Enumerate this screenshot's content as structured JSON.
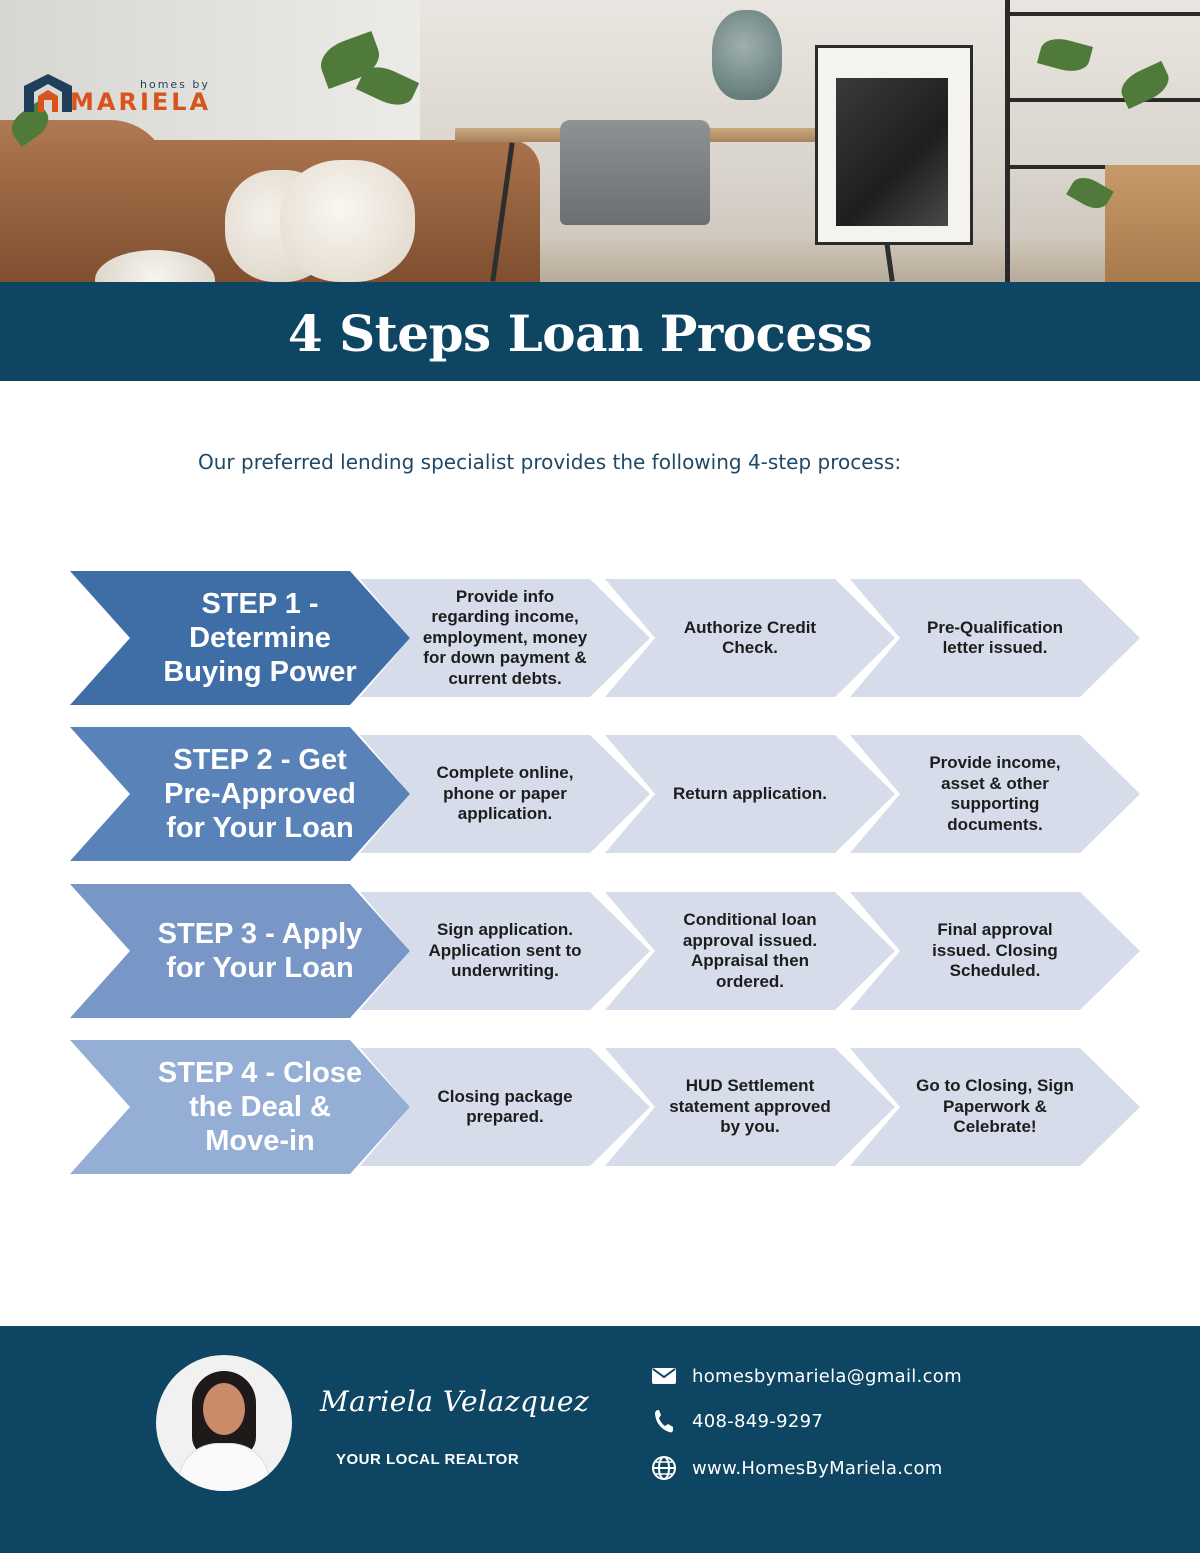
{
  "header": {
    "logo": {
      "small_text": "homes by",
      "brand_text": "MARIELA"
    },
    "title": "4 Steps Loan Process"
  },
  "intro": "Our preferred lending specialist provides the following 4-step process:",
  "colors": {
    "band": "#0d4562",
    "step1": "#3f6ea6",
    "step2": "#5882b8",
    "step3": "#7896c6",
    "step4": "#95aed6",
    "substep": "#d6dcea",
    "logo_accent": "#d8541d"
  },
  "steps": [
    {
      "label": "STEP 1 - Determine Buying Power",
      "items": [
        "Provide info regarding income, employment, money for down payment & current debts.",
        "Authorize Credit Check.",
        "Pre-Qualification letter issued."
      ]
    },
    {
      "label": "STEP 2 - Get Pre-Approved for Your Loan",
      "items": [
        "Complete online, phone or paper application.",
        "Return application.",
        "Provide income, asset & other supporting documents."
      ]
    },
    {
      "label": "STEP 3 - Apply for Your Loan",
      "items": [
        "Sign application. Application sent to underwriting.",
        "Conditional loan approval issued. Appraisal then ordered.",
        "Final approval issued. Closing Scheduled."
      ]
    },
    {
      "label": "STEP 4 - Close the Deal & Move-in",
      "items": [
        "Closing package prepared.",
        "HUD Settlement statement approved by you.",
        "Go to Closing, Sign Paperwork & Celebrate!"
      ]
    }
  ],
  "footer": {
    "name": "Mariela Velazquez",
    "tagline": "YOUR LOCAL REALTOR",
    "contacts": [
      {
        "icon": "envelope-icon",
        "text": "homesbymariela@gmail.com"
      },
      {
        "icon": "phone-icon",
        "text": "408-849-9297"
      },
      {
        "icon": "globe-icon",
        "text": "www.HomesByMariela.com"
      }
    ]
  }
}
